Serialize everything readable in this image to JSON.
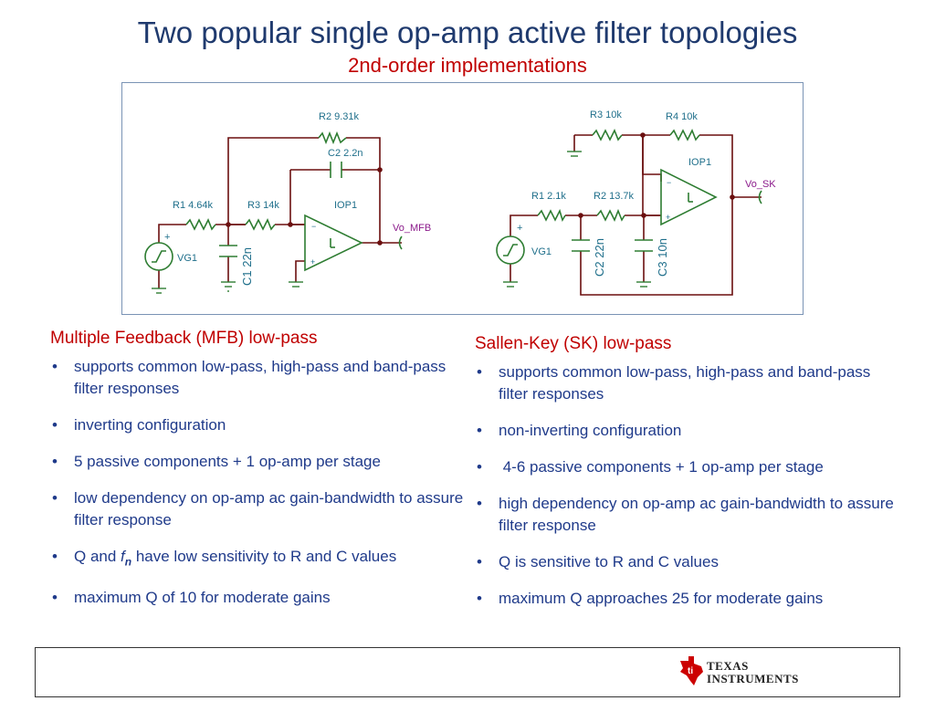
{
  "slide": {
    "title": "Two popular single op-amp active filter topologies",
    "subtitle": "2nd-order implementations"
  },
  "mfb_schematic": {
    "r2": "R2 9.31k",
    "c2": "C2 2.2n",
    "r1": "R1 4.64k",
    "r3": "R3 14k",
    "opamp": "IOP1",
    "output": "Vo_MFB",
    "source": "VG1",
    "c1": "C1 22n",
    "plus": "+",
    "minus": "−"
  },
  "sk_schematic": {
    "r3": "R3 10k",
    "r4": "R4 10k",
    "opamp": "IOP1",
    "output": "Vo_SK",
    "r1": "R1 2.1k",
    "r2": "R2 13.7k",
    "source": "VG1",
    "c2": "C2 22n",
    "c3": "C3 10n",
    "plus": "+",
    "minus": "−"
  },
  "mfb": {
    "heading": "Multiple Feedback (MFB) low-pass",
    "bullets": [
      "supports common low-pass, high-pass and band-pass filter responses",
      "inverting configuration",
      "5 passive components + 1 op-amp per stage",
      "low dependency on op-amp ac gain-bandwidth to assure filter response",
      "",
      "maximum Q of 10 for moderate gains"
    ],
    "q_bullet": {
      "pre": "Q and ",
      "f": "f",
      "sub": "n",
      "post": " have low sensitivity to R and C values"
    }
  },
  "sk": {
    "heading": "Sallen-Key (SK) low-pass",
    "bullets": [
      "supports common low-pass, high-pass and band-pass filter responses",
      "non-inverting configuration",
      " 4-6 passive components + 1 op-amp per stage",
      "high dependency on op-amp ac gain-bandwidth to assure filter response",
      "Q is sensitive to R and C values",
      "maximum Q approaches 25 for moderate gains"
    ]
  },
  "bullet_glyph": "•",
  "logo": {
    "line1": "Texas",
    "line2": "Instruments",
    "icon": "texas-state-icon",
    "color": "#cc0000"
  },
  "colors": {
    "title": "#1f3a6e",
    "accent": "#c00000",
    "wire": "#6b0f0f",
    "component": "#2e7d32",
    "label": "#1f6f8b"
  }
}
